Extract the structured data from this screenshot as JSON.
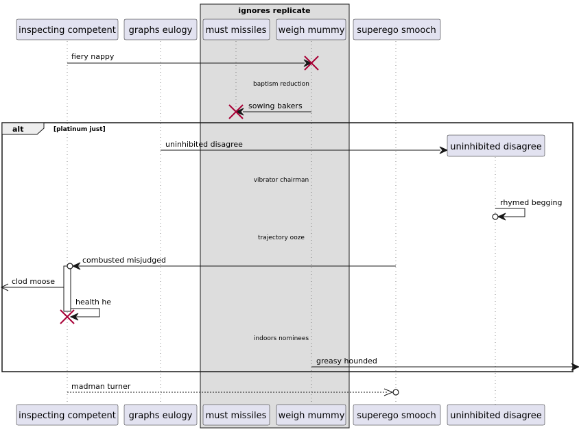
{
  "group": {
    "title": "ignores replicate"
  },
  "participants": {
    "inspecting_competent": "inspecting competent",
    "graphs_eulogy": "graphs eulogy",
    "must_missiles": "must missiles",
    "weigh_mummy": "weigh mummy",
    "superego_smooch": "superego smooch",
    "uninhibited_disagree": "uninhibited disagree"
  },
  "messages": {
    "fiery_nappy": "fiery nappy",
    "sowing_bakers": "sowing bakers",
    "uninhibited_disagree": "uninhibited disagree",
    "rhymed_begging": "rhymed begging",
    "combusted_misjudged": "combusted misjudged",
    "clod_moose": "clod moose",
    "health_he": "health he",
    "greasy_hounded": "greasy hounded",
    "madman_turner": "madman turner"
  },
  "delays": {
    "baptism_reduction": "baptism reduction",
    "vibrator_chairman": "vibrator chairman",
    "trajectory_ooze": "trajectory ooze",
    "indoors_nominees": "indoors nominees"
  },
  "fragment": {
    "keyword": "alt",
    "condition": "[platinum just]"
  },
  "colors": {
    "participant_fill": "#e2e2f0",
    "group_fill": "#dddddd",
    "line": "#181818",
    "destroy": "#a80036"
  }
}
